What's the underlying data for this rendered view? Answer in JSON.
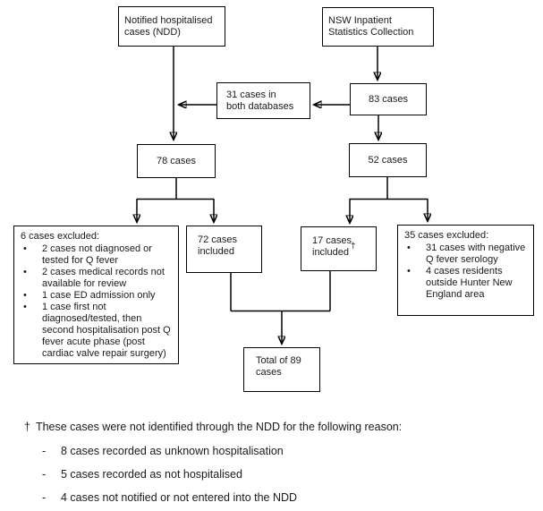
{
  "flowchart": {
    "sources": {
      "ndd": "Notified hospitalised cases (NDD)",
      "nsw": "NSW Inpatient Statistics Collection"
    },
    "overlap": "31 cases in both databases",
    "counts": {
      "nsw_total": "83 cases",
      "ndd_total": "78 cases",
      "nsw_after_overlap": "52 cases"
    },
    "ndd_excluded": {
      "title": "6 cases excluded:",
      "items": [
        "2 cases not diagnosed or tested for Q fever",
        "2 cases medical records not available for review",
        "1 case ED admission only",
        "1 case first not diagnosed/tested, then second hospitalisation post Q fever acute phase (post cardiac valve repair surgery)"
      ]
    },
    "ndd_included": "72 cases included",
    "nsw_included": {
      "text": "17 cases included",
      "marker": "†"
    },
    "nsw_excluded": {
      "title": "35 cases excluded:",
      "items": [
        "31 cases with negative Q fever serology",
        "4 cases residents outside Hunter New England area"
      ]
    },
    "total": "Total of 89 cases"
  },
  "footnote": {
    "symbol": "†",
    "intro": "These cases were not identified through the NDD for the following reason:",
    "items": [
      "8 cases recorded as unknown hospitalisation",
      "5 cases recorded as not hospitalised",
      "4 cases not notified or not entered into the NDD"
    ]
  },
  "colors": {
    "background": "#ffffff",
    "box_border": "#000000",
    "line": "#000000",
    "text": "#1a1a1a"
  }
}
